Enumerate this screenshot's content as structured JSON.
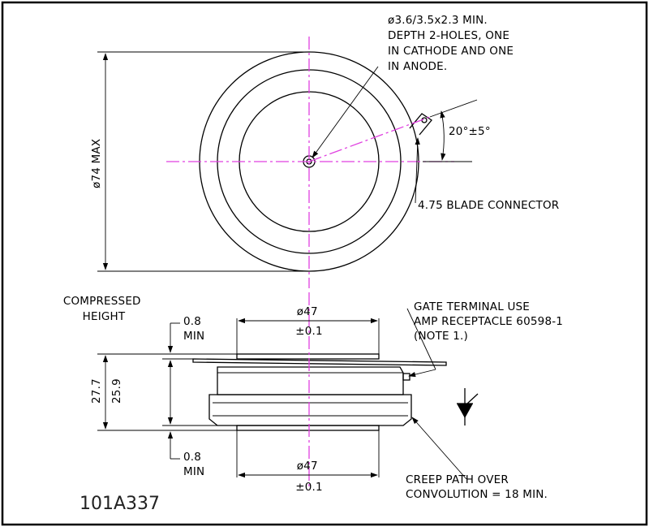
{
  "top_view": {
    "hole_note": [
      "ø3.6/3.5x2.3 MIN.",
      "DEPTH 2-HOLES, ONE",
      "IN CATHODE AND ONE",
      "IN ANODE."
    ],
    "diameter_label": "ø74 MAX",
    "angle_label": "20°±5°",
    "blade_label": "4.75 BLADE CONNECTOR"
  },
  "side_view": {
    "compressed_height": [
      "COMPRESSED",
      "HEIGHT"
    ],
    "min_top": [
      "0.8",
      "MIN"
    ],
    "min_bottom": [
      "0.8",
      "MIN"
    ],
    "height_outer": "27.7",
    "height_inner": "25.9",
    "dia_top": [
      "ø47",
      "±0.1"
    ],
    "dia_bottom": [
      "ø47",
      "±0.1"
    ],
    "gate_note": [
      "GATE TERMINAL USE",
      "AMP RECEPTACLE 60598-1",
      "(NOTE 1.)"
    ],
    "creep_note": [
      "CREEP PATH OVER",
      "CONVOLUTION = 18 MIN."
    ]
  },
  "part_number": "101A337",
  "colors": {
    "centerline": "#e040e0",
    "line": "#000000",
    "frame": "#000000"
  },
  "icons": [
    "thyristor-symbol-icon"
  ]
}
